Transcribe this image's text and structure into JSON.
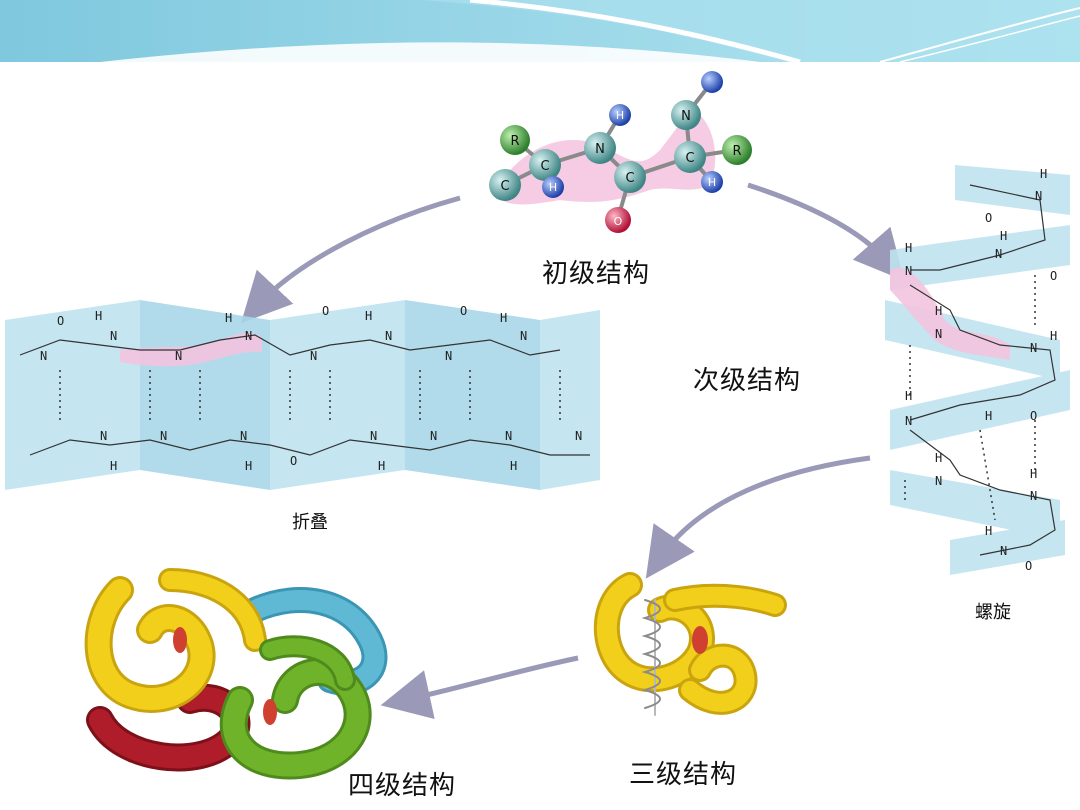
{
  "labels": {
    "primary": "初级结构",
    "secondary": "次级结构",
    "pleated": "折叠",
    "helix": "螺旋",
    "tertiary": "三级结构",
    "quaternary": "四级结构"
  },
  "atoms": {
    "R": "R",
    "C": "C",
    "N": "N",
    "H": "H",
    "O": "O"
  },
  "colors": {
    "header_blue": "#8fd3e6",
    "sheet_blue": "#bfe3ef",
    "highlight_pink": "#f3c3df",
    "arrow": "#9a9ab8",
    "ribbon_yellow": "#f2cf1a",
    "ribbon_cyan": "#5fb8d4",
    "ribbon_green": "#6fb32a",
    "ribbon_red": "#b01d2a",
    "atom_green": "#3f9e3f",
    "atom_teal": "#4f9a9a",
    "atom_blue": "#2f5fd0",
    "atom_red": "#d0204a"
  }
}
